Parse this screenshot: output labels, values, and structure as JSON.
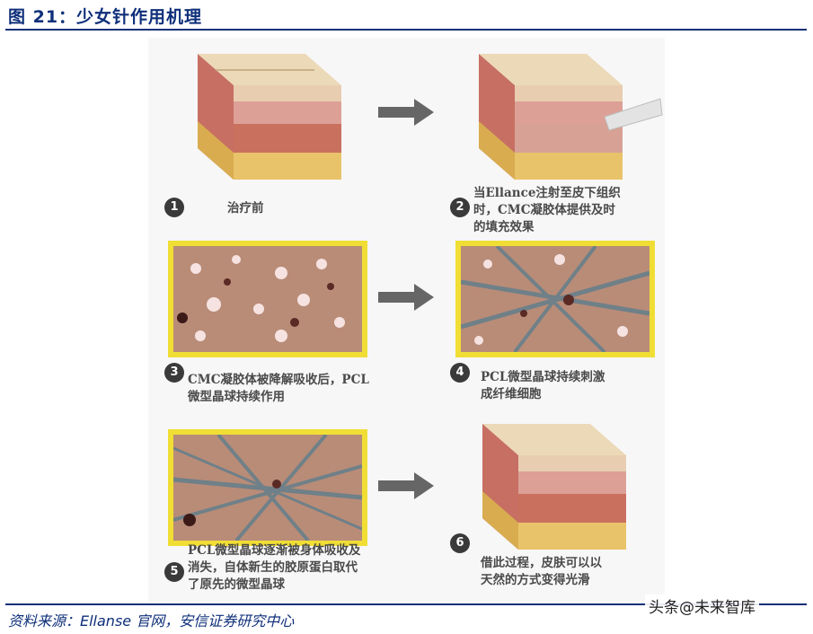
{
  "header": {
    "title": "图 21：少女针作用机理"
  },
  "steps": [
    {
      "num": "1",
      "lines": [
        "治疗前"
      ]
    },
    {
      "num": "2",
      "lines": [
        "当Ellance注射至皮下组织",
        "时，CMC凝胶体提供及时",
        "的填充效果"
      ]
    },
    {
      "num": "3",
      "lines": [
        "CMC凝胶体被降解吸收后，PCL",
        "微型晶球持续作用"
      ]
    },
    {
      "num": "4",
      "lines": [
        "PCL微型晶球持续刺激",
        "成纤维细胞"
      ]
    },
    {
      "num": "5",
      "lines": [
        "PCL微型晶球逐渐被身体吸收及",
        "消失，自体新生的胶原蛋白取代",
        "了原先的微型晶球"
      ]
    },
    {
      "num": "6",
      "lines": [
        "借此过程，皮肤可以以",
        "天然的方式变得光滑"
      ]
    }
  ],
  "footer": {
    "source": "资料来源：Ellanse 官网，安信证券研究中心",
    "watermark": "头条@未来智库"
  },
  "colors": {
    "title_blue": "#0e2f7a",
    "frame_yellow": "#f0de35",
    "tissue_brown": "#b98c78",
    "arrow_gray": "#666666"
  }
}
